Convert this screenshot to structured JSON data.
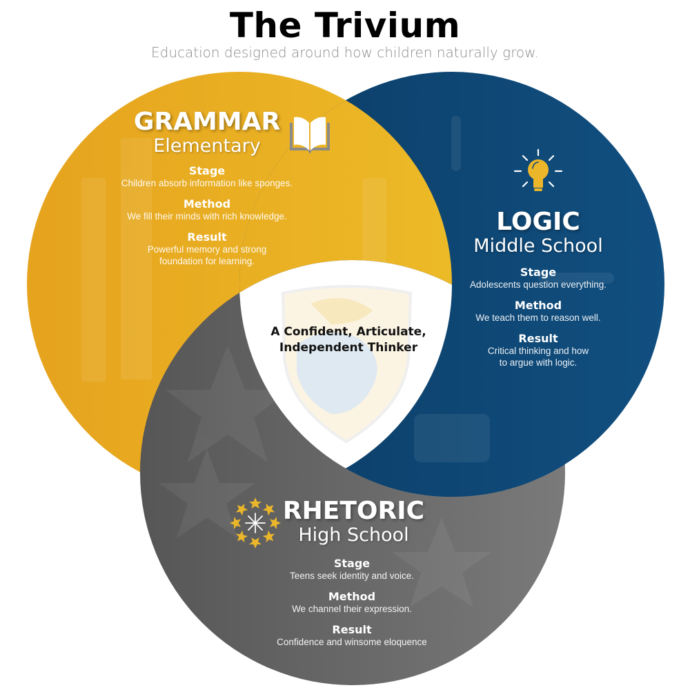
{
  "header": {
    "title": "The Trivium",
    "subtitle": "Education designed around how children naturally grow."
  },
  "colors": {
    "grammar": "#E9AE22",
    "logic": "#0E4A78",
    "rhetoric": "#646464",
    "center": "#FFFFFF"
  },
  "grammar": {
    "icon": "open-book-icon",
    "title": "GRAMMAR",
    "subtitle": "Elementary",
    "stage_label": "Stage",
    "stage_text": "Children absorb information like sponges.",
    "method_label": "Method",
    "method_text": "We fill their minds with rich knowledge.",
    "result_label": "Result",
    "result_text_1": "Powerful memory and strong",
    "result_text_2": "foundation for learning."
  },
  "logic": {
    "icon": "lightbulb-icon",
    "title": "LOGIC",
    "subtitle": "Middle School",
    "stage_label": "Stage",
    "stage_text": "Adolescents question everything.",
    "method_label": "Method",
    "method_text": "We teach them to reason well.",
    "result_label": "Result",
    "result_text_1": "Critical thinking and how",
    "result_text_2": "to argue with logic."
  },
  "rhetoric": {
    "icon": "star-circle-icon",
    "title": "RHETORIC",
    "subtitle": "High School",
    "stage_label": "Stage",
    "stage_text": "Teens seek identity and voice.",
    "method_label": "Method",
    "method_text": "We channel their expression.",
    "result_label": "Result",
    "result_text": "Confidence and winsome eloquence"
  },
  "center": {
    "line_1": "A Confident, Articulate,",
    "line_2": "Independent Thinker",
    "emblem": "griffin-shield-icon"
  }
}
